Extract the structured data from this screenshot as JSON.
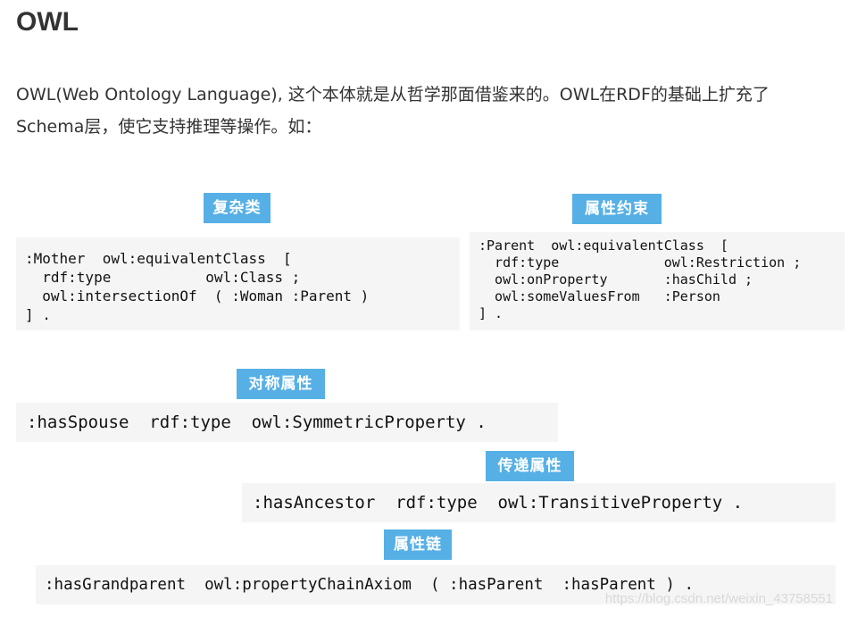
{
  "heading": "OWL",
  "intro": {
    "line1": "OWL(Web Ontology Language), 这个本体就是从哲学那面借鉴来的。OWL在RDF的基础上扩充了",
    "line2": "Schema层，使它支持推理等操作。如："
  },
  "tags": {
    "complex_class": "复杂类",
    "property_restriction": "属性约束",
    "symmetric_property": "对称属性",
    "transitive_property": "传递属性",
    "property_chain": "属性链"
  },
  "code": {
    "mother": ":Mother  owl:equivalentClass  [\n  rdf:type           owl:Class ;\n  owl:intersectionOf  ( :Woman :Parent )\n] .",
    "parent": ":Parent  owl:equivalentClass  [\n  rdf:type             owl:Restriction ;\n  owl:onProperty       :hasChild ;\n  owl:someValuesFrom   :Person\n] .",
    "spouse": ":hasSpouse  rdf:type  owl:SymmetricProperty .",
    "ancestor": ":hasAncestor  rdf:type  owl:TransitiveProperty .",
    "grandparent": ":hasGrandparent  owl:propertyChainAxiom  ( :hasParent  :hasParent ) ."
  },
  "watermark": "https://blog.csdn.net/weixin_43758551",
  "colors": {
    "tag_background": "#56b0e6",
    "code_background": "#f5f5f5",
    "text": "#333333"
  }
}
